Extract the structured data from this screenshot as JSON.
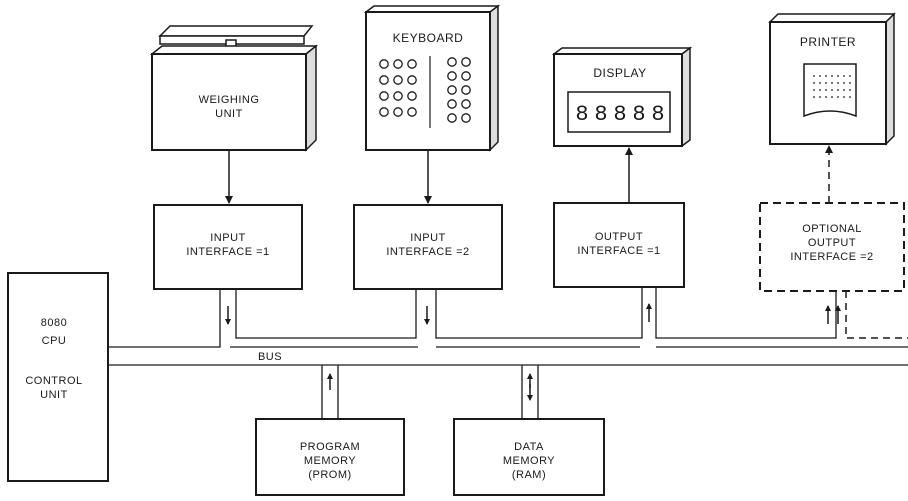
{
  "diagram": {
    "devices": {
      "weighing_unit": [
        "WEIGHING",
        "UNIT"
      ],
      "keyboard": "KEYBOARD",
      "display": "DISPLAY",
      "display_digits": [
        "8",
        "8",
        "8",
        "8",
        "8"
      ],
      "printer": "PRINTER"
    },
    "interfaces": {
      "input1": [
        "INPUT",
        "INTERFACE =1"
      ],
      "input2": [
        "INPUT",
        "INTERFACE =2"
      ],
      "output1": [
        "OUTPUT",
        "INTERFACE =1"
      ],
      "optional_output2": [
        "OPTIONAL",
        "OUTPUT",
        "INTERFACE =2"
      ]
    },
    "cpu": [
      "8080",
      "CPU",
      "CONTROL",
      "UNIT"
    ],
    "bus_label": "BUS",
    "memories": {
      "program": [
        "PROGRAM",
        "MEMORY",
        "(PROM)"
      ],
      "data": [
        "DATA",
        "MEMORY",
        "(RAM)"
      ]
    }
  }
}
